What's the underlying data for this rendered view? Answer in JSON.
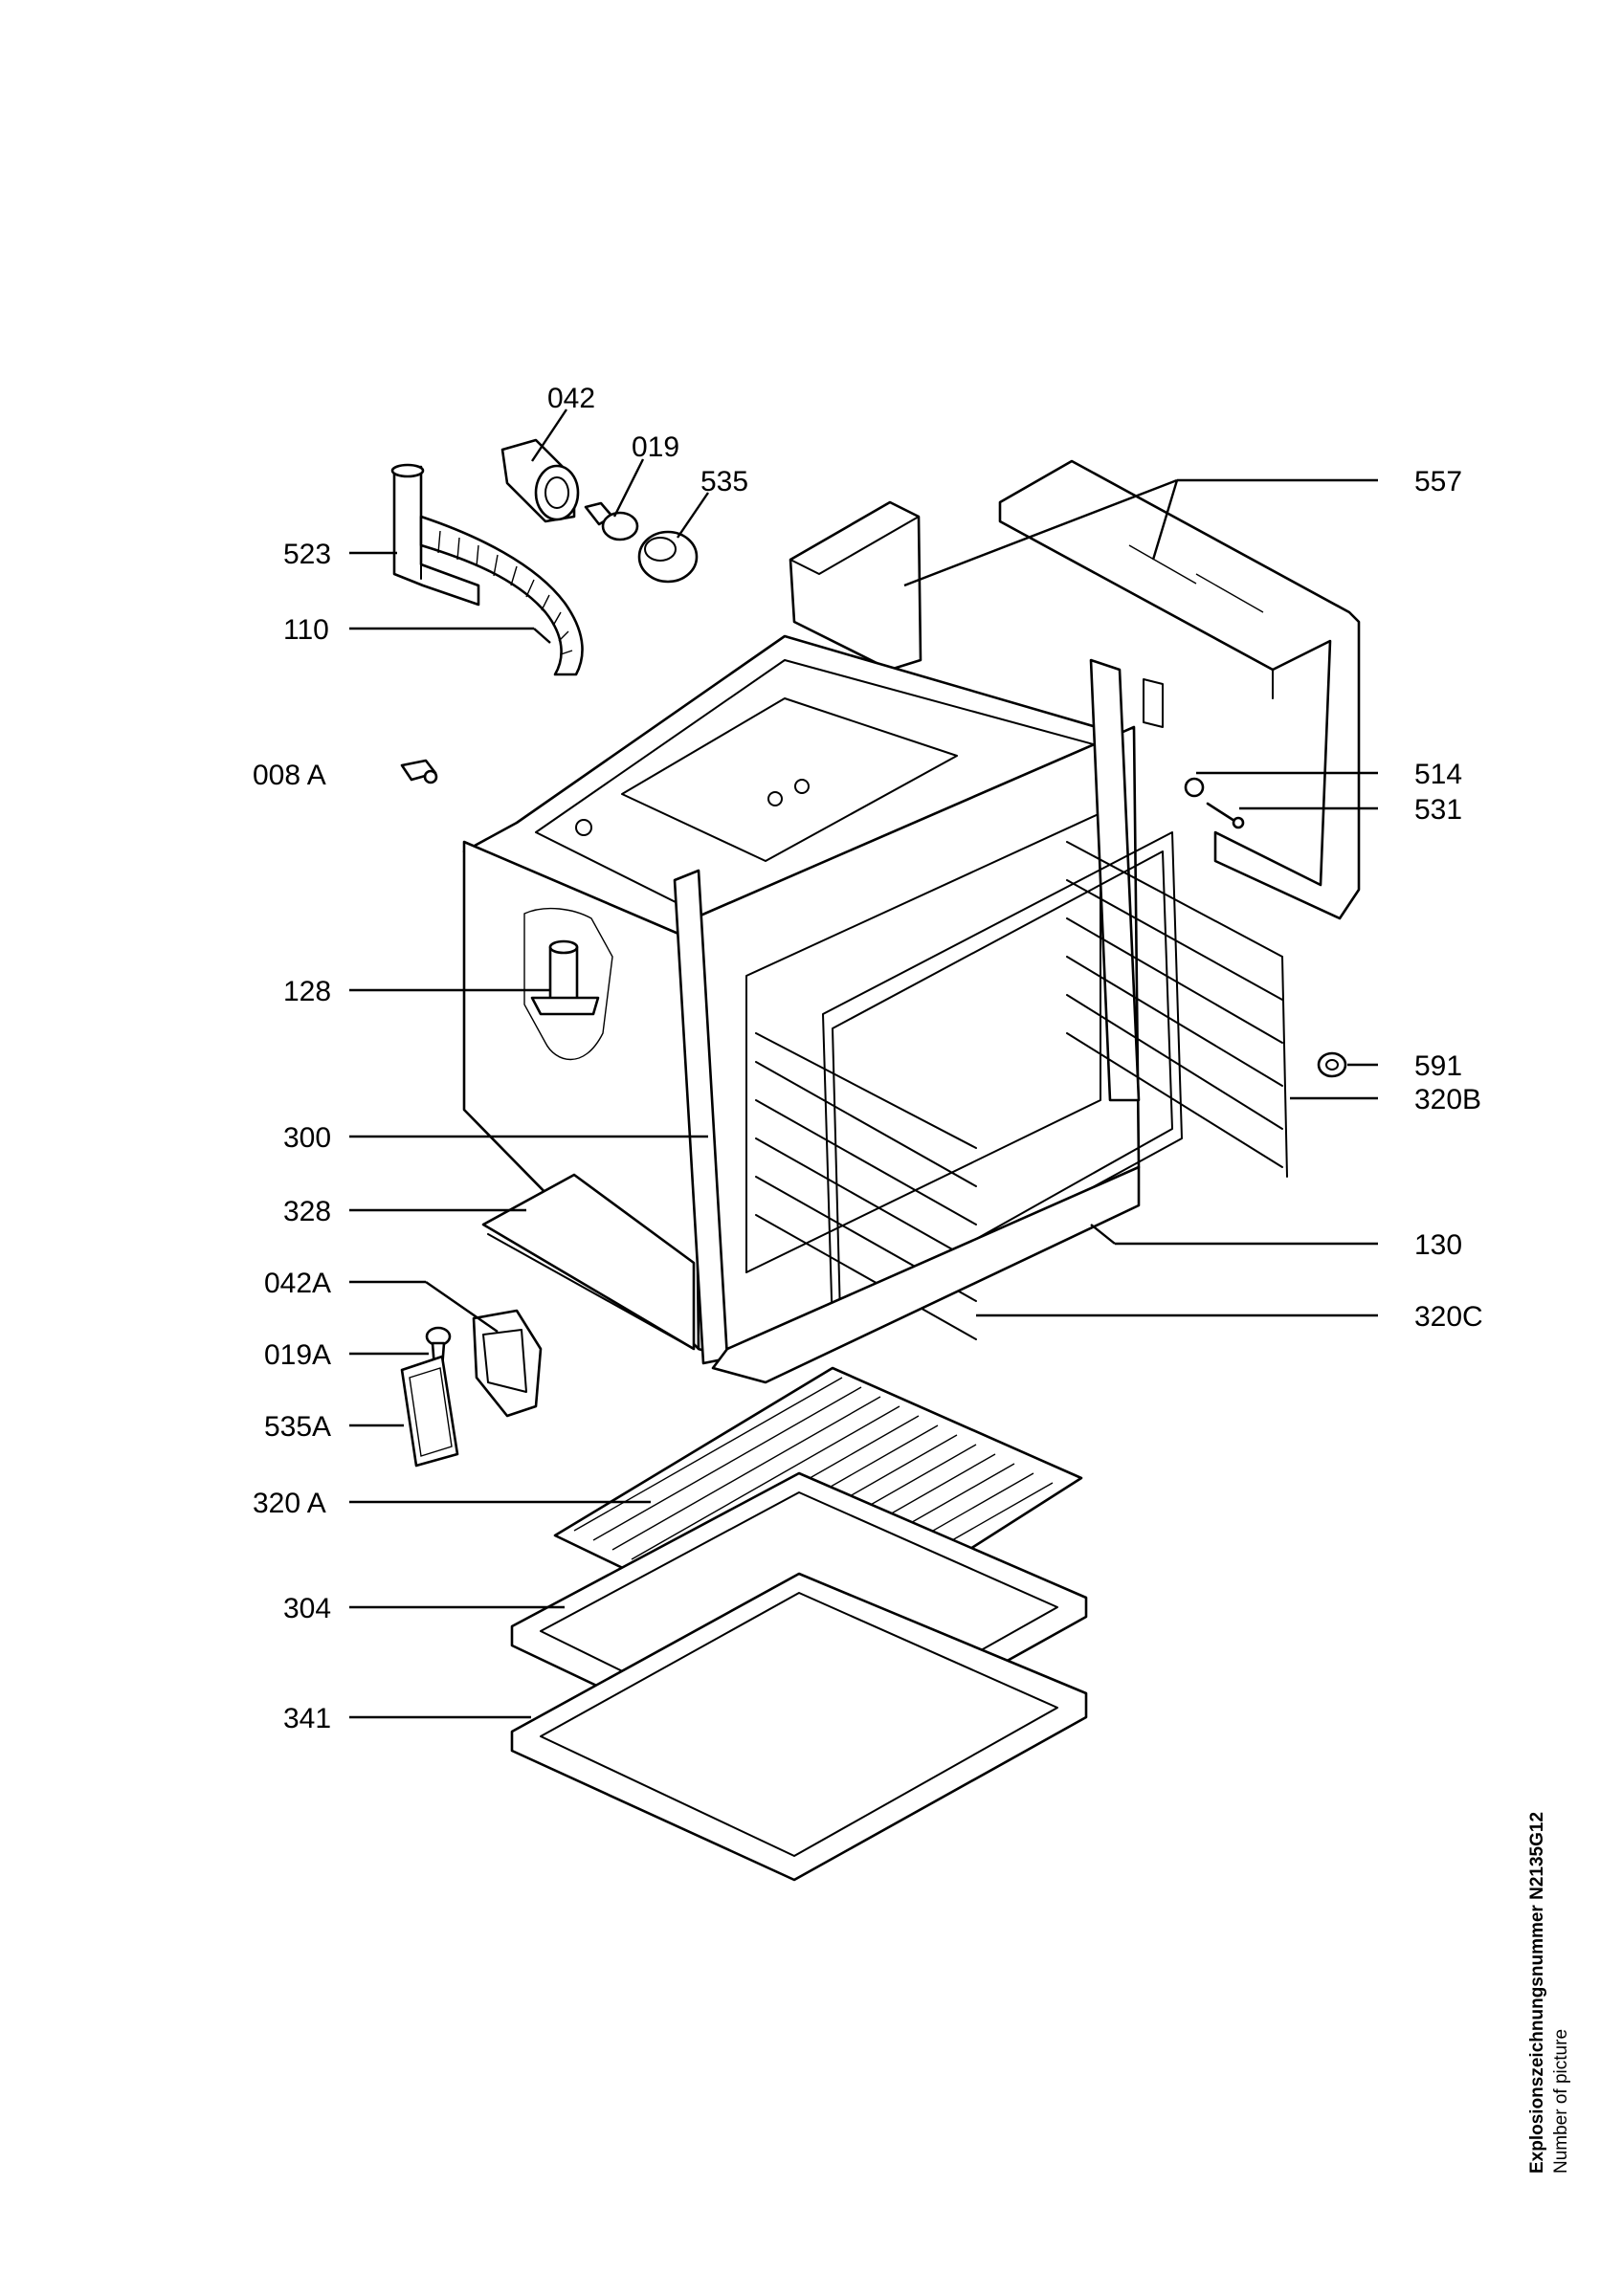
{
  "drawing": {
    "id_label": "Explosionszeichnungsnummer N2135G12",
    "id_label_en": "Number of picture"
  },
  "callouts": {
    "c042": "042",
    "c019": "019",
    "c535": "535",
    "c557": "557",
    "c523": "523",
    "c110": "110",
    "c008A": "008 A",
    "c514": "514",
    "c531": "531",
    "c128": "128",
    "c591": "591",
    "c320B": "320B",
    "c300": "300",
    "c328": "328",
    "c130": "130",
    "c042A": "042A",
    "c320C": "320C",
    "c019A": "019A",
    "c535A": "535A",
    "c320A": "320 A",
    "c304": "304",
    "c341": "341"
  }
}
